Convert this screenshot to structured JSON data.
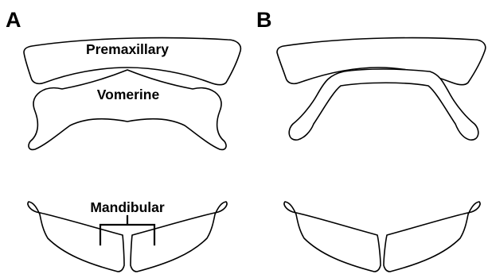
{
  "panels": {
    "a": {
      "letter": "A"
    },
    "b": {
      "letter": "B"
    }
  },
  "labels": {
    "premaxillary": "Premaxillary",
    "vomerine": "Vomerine",
    "mandibular": "Mandibular"
  },
  "colors": {
    "stroke": "#000000",
    "fill": "#ffffff",
    "background": "#ffffff"
  }
}
